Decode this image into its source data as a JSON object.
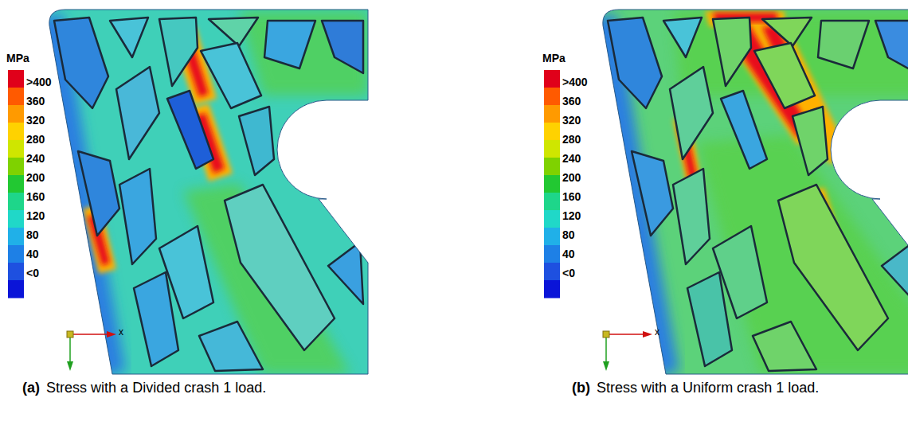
{
  "diagram": {
    "labels": [
      "MPa",
      ">400",
      "360",
      "320",
      "280",
      "240",
      "200",
      "160",
      "120",
      "80",
      "40",
      "<0",
      "x",
      "(a)",
      "Stress with a Divided crash 1 load.",
      "MPa",
      ">400",
      "360",
      "320",
      "280",
      "240",
      "200",
      "160",
      "120",
      "80",
      "40",
      "<0",
      "x",
      "(b)",
      "Stress with a Uniform crash 1 load."
    ]
  }
}
